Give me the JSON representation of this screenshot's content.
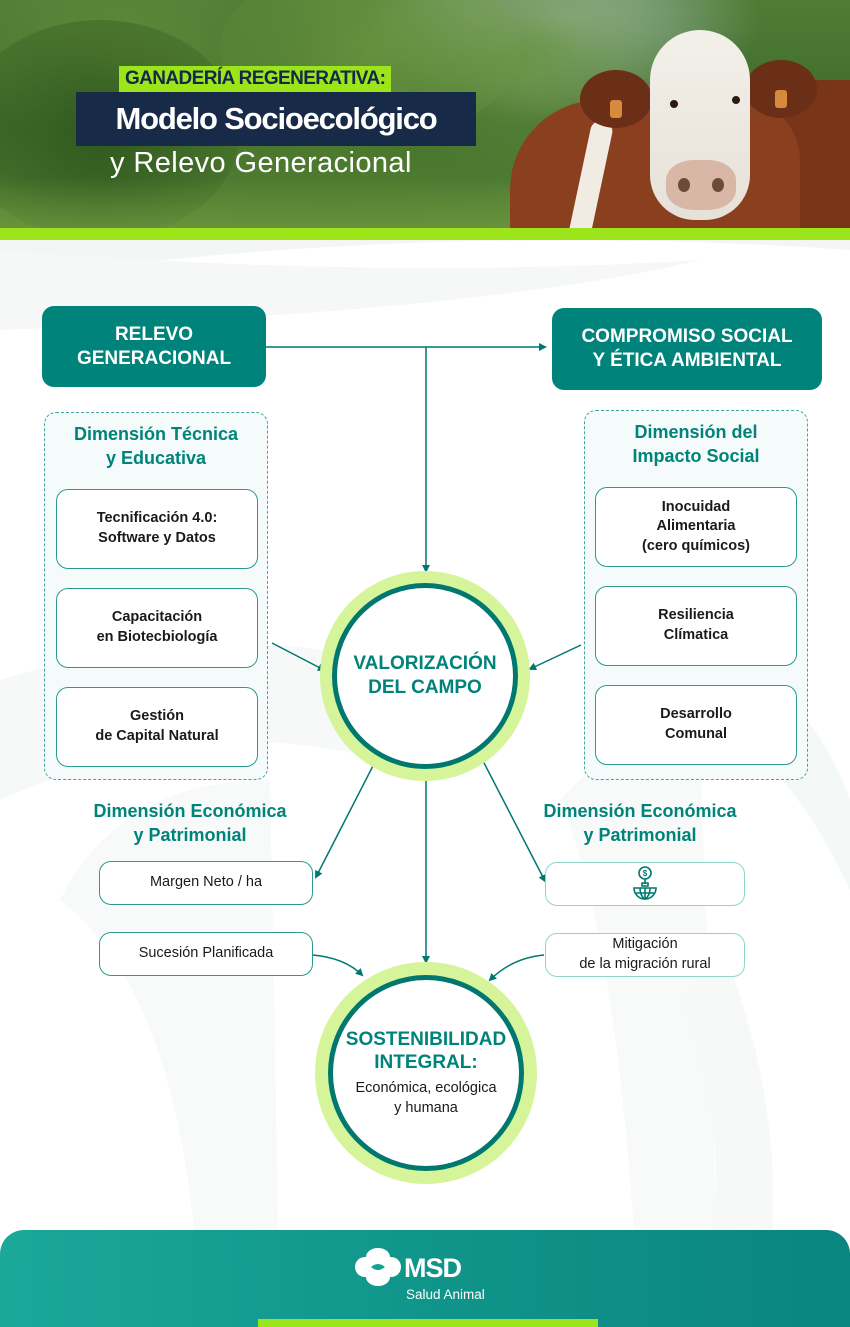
{
  "header": {
    "tag": "GANADERÍA REGENERATIVA:",
    "title": "Modelo Socioecológico",
    "subtitle": "y Relevo Generacional"
  },
  "categories": {
    "left": {
      "line1": "RELEVO",
      "line2": "GENERACIONAL"
    },
    "right": {
      "line1": "COMPROMISO SOCIAL",
      "line2": "Y ÉTICA AMBIENTAL"
    }
  },
  "left_panel": {
    "title_line1": "Dimensión Técnica",
    "title_line2": "y Educativa",
    "items": [
      {
        "line1": "Tecnificación 4.0:",
        "line2": "Software y Datos"
      },
      {
        "line1": "Capacitación",
        "line2": "en Biotecbiología"
      },
      {
        "line1": "Gestión",
        "line2": "de Capital Natural"
      }
    ]
  },
  "right_panel": {
    "title_line1": "Dimensión del",
    "title_line2": "Impacto Social",
    "items": [
      {
        "line1": "Inocuidad",
        "line2": "Alimentaria",
        "line3": "(cero químicos)"
      },
      {
        "line1": "Resiliencia",
        "line2": "Clímatica"
      },
      {
        "line1": "Desarrollo",
        "line2": "Comunal"
      }
    ]
  },
  "center": {
    "line1": "VALORIZACIÓN",
    "line2": "DEL CAMPO"
  },
  "eco_left": {
    "title_line1": "Dimensión Económica",
    "title_line2": "y Patrimonial",
    "items": [
      "Margen Neto / ha",
      "Sucesión Planificada"
    ]
  },
  "eco_right": {
    "title_line1": "Dimensión Económica",
    "title_line2": "y Patrimonial",
    "icon": "money-globe-icon",
    "items": [
      {
        "line1": "Mitigación",
        "line2": "de la migración rural"
      }
    ]
  },
  "bottom": {
    "line1": "SOSTENIBILIDAD",
    "line2": "INTEGRAL:",
    "sub1": "Económica, ecológica",
    "sub2": "y humana"
  },
  "footer": {
    "brand": "MSD",
    "division": "Salud Animal"
  },
  "colors": {
    "teal": "#00837a",
    "lime": "#9be51a",
    "navy": "#172a47",
    "circle_ring": "#d6f59b"
  }
}
